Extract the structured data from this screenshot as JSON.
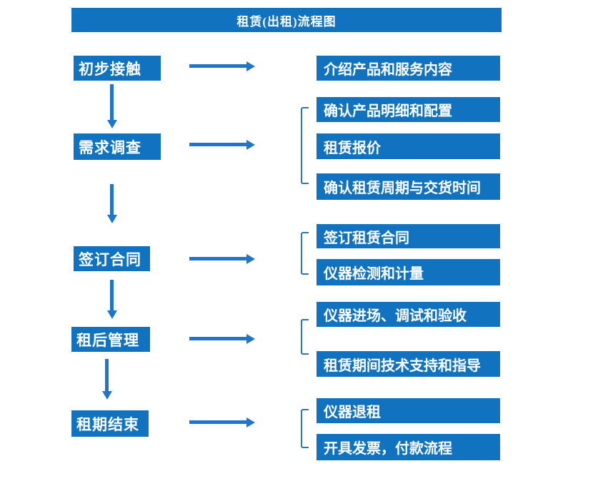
{
  "title": "租赁(出租)流程图",
  "colors": {
    "box_fill": "#1173BF",
    "arrow": "#1E76CC",
    "bracket": "#2E75B6",
    "text": "#FFFFFF"
  },
  "stages": [
    {
      "label": "初步接触",
      "details": [
        "介绍产品和服务内容"
      ]
    },
    {
      "label": "需求调查",
      "details": [
        "确认产品明细和配置",
        "租赁报价",
        "确认租赁周期与交货时间"
      ]
    },
    {
      "label": "签订合同",
      "details": [
        "签订租赁合同",
        "仪器检测和计量"
      ]
    },
    {
      "label": "租后管理",
      "details": [
        "仪器进场、调试和验收",
        "租赁期间技术支持和指导"
      ]
    },
    {
      "label": "租期结束",
      "details": [
        "仪器退租",
        "开具发票，付款流程"
      ]
    }
  ]
}
